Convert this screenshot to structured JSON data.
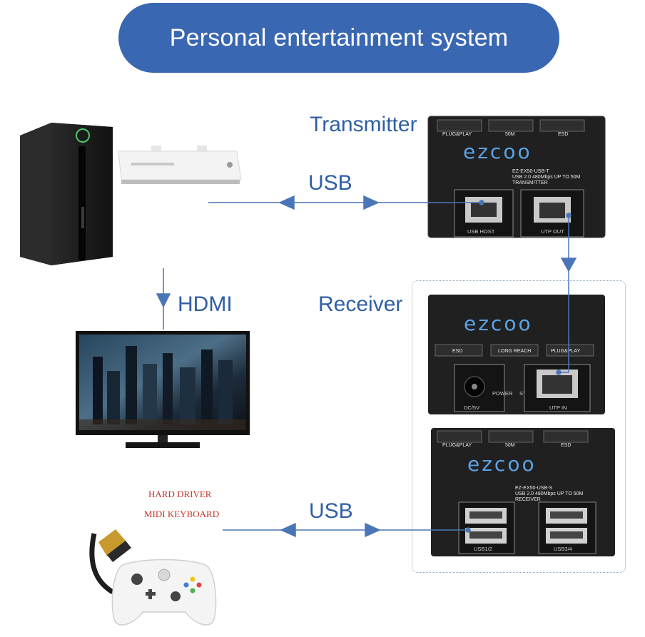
{
  "title": "Personal entertainment system",
  "labels": {
    "transmitter": "Transmitter",
    "receiver": "Receiver",
    "usb_top": "USB",
    "usb_bottom": "USB",
    "hdmi": "HDMI",
    "hard_driver": "HARD DRIVER",
    "midi_keyboard": "MIDI KEYBOARD"
  },
  "transmitter_device": {
    "brand": "ezcoo",
    "tabs": [
      "PLUG&PLAY",
      "50M",
      "ESD"
    ],
    "model_lines": [
      "EZ-EX50-USB-T",
      "USB 2.0 480Mbps UP TO 50M",
      "TRANSMITTER"
    ],
    "port_left": "USB HOST",
    "port_right": "UTP OUT"
  },
  "receiver_device": {
    "brand": "ezcoo",
    "tabs": [
      "ESD",
      "LONG REACH",
      "PLUG&PLAY"
    ],
    "port_dc": "DC/5V",
    "power": "POWER",
    "status": "STATUS",
    "port_right": "UTP IN"
  },
  "hub_device": {
    "brand": "ezcoo",
    "tabs": [
      "PLUG&PLAY",
      "50M",
      "ESD"
    ],
    "model_lines": [
      "EZ-EX50-USB-S",
      "USB 2.0 480Mbps UP TO 50M",
      "RECEIVER"
    ],
    "port_left": "USB1/2",
    "port_right": "USB3/4"
  },
  "colors": {
    "title_bg": "#3a67b1",
    "label_blue": "#2f5fa3",
    "connector_blue": "#4a76b8",
    "note_red": "#c0392b"
  }
}
